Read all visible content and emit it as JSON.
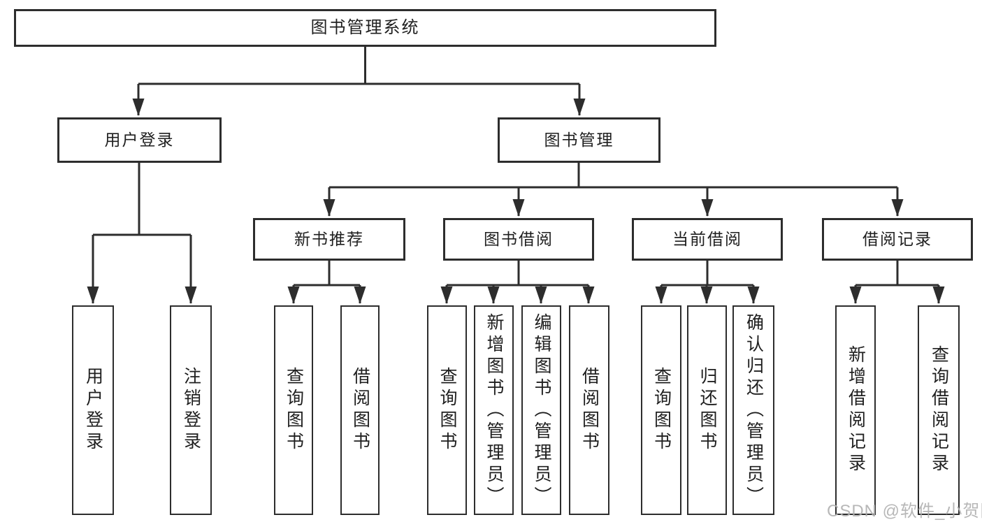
{
  "tree": {
    "label": "图书管理系统",
    "children": [
      {
        "label": "用户登录",
        "children": [
          {
            "label": "用户登录"
          },
          {
            "label": "注销登录"
          }
        ]
      },
      {
        "label": "图书管理",
        "children": [
          {
            "label": "新书推荐",
            "children": [
              {
                "label": "查询图书"
              },
              {
                "label": "借阅图书"
              }
            ]
          },
          {
            "label": "图书借阅",
            "children": [
              {
                "label": "查询图书"
              },
              {
                "label": "新增图书（管理员）"
              },
              {
                "label": "编辑图书（管理员）"
              },
              {
                "label": "借阅图书"
              }
            ]
          },
          {
            "label": "当前借阅",
            "children": [
              {
                "label": "查询图书"
              },
              {
                "label": "归还图书"
              },
              {
                "label": "确认归还（管理员）"
              }
            ]
          },
          {
            "label": "借阅记录",
            "children": [
              {
                "label": "新增借阅记录"
              },
              {
                "label": "查询借阅记录"
              }
            ]
          }
        ]
      }
    ]
  },
  "watermark": {
    "text": "CSDN @软件_小贺同学"
  },
  "colors": {
    "line": "#333333",
    "border": "#2d2d2d",
    "text": "#1f1f1f",
    "watermark": "#b0b0b0",
    "background": "#ffffff"
  }
}
